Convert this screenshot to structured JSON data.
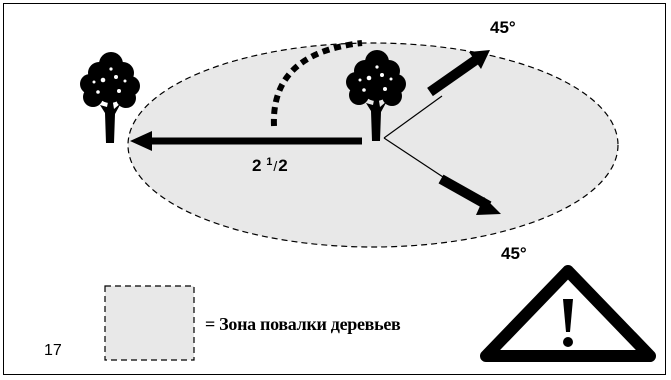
{
  "labels": {
    "angle_top": "45°",
    "angle_bottom": "45°",
    "distance_whole": "2",
    "distance_num": "1",
    "distance_slash": "/",
    "distance_den": "2",
    "legend_prefix": "=",
    "legend_text": "Зона повалки деревьев",
    "page_number": "17"
  },
  "icons": {
    "tree_left": "tree-icon",
    "tree_center": "tree-icon",
    "warning": "warning-triangle-icon"
  },
  "colors": {
    "zone_fill": "#e8e8e8",
    "ink": "#000000"
  }
}
